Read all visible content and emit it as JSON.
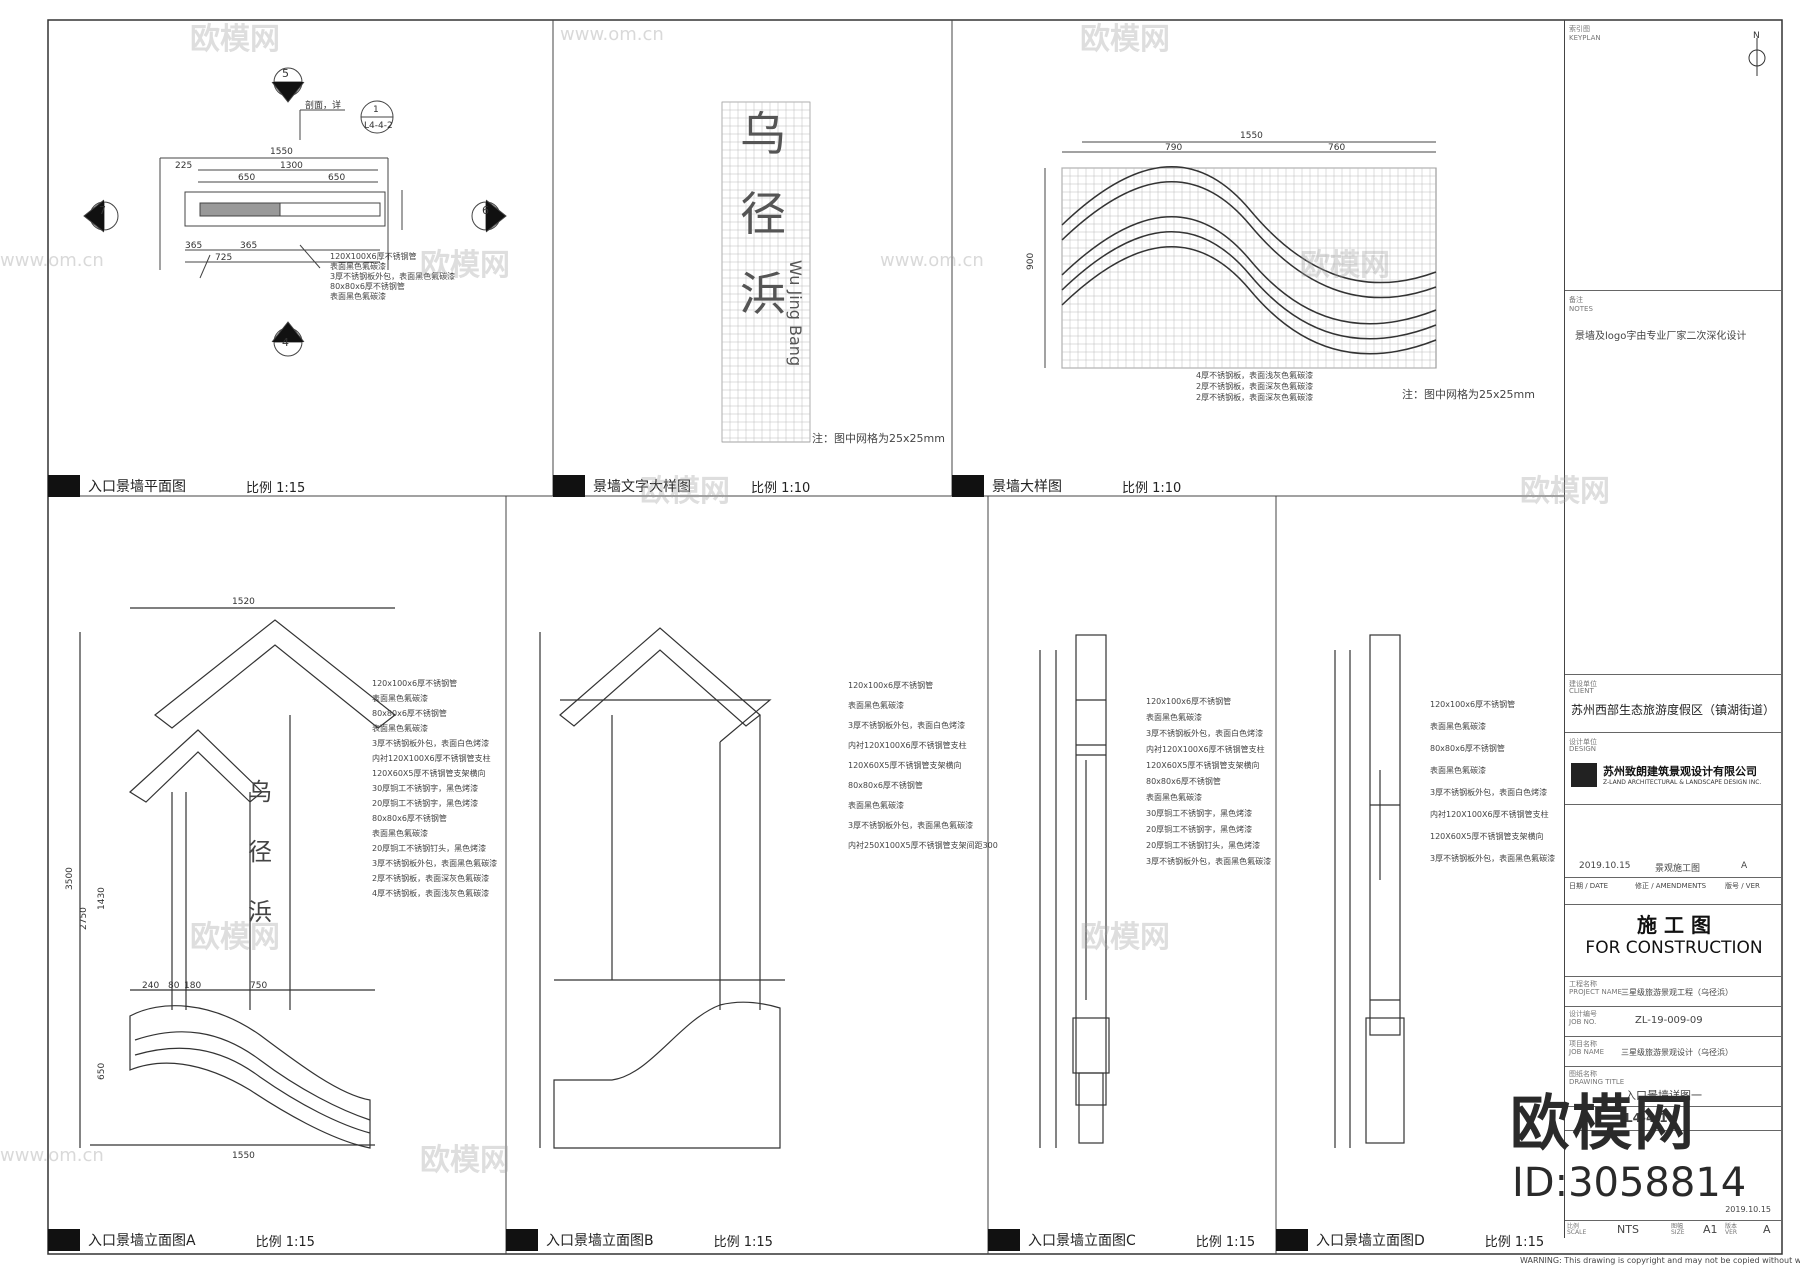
{
  "watermark": {
    "brand": "欧模网",
    "url": "www.om.cn",
    "id": "ID:3058814"
  },
  "panels": {
    "plan": {
      "title": "入口景墙平面图",
      "scale": "比例 1:15"
    },
    "text_detail": {
      "title": "景墙文字大样图",
      "scale": "比例 1:10"
    },
    "wave_detail": {
      "title": "景墙大样图",
      "scale": "比例 1:10"
    },
    "elev_a": {
      "title": "入口景墙立面图A",
      "scale": "比例 1:15"
    },
    "elev_b": {
      "title": "入口景墙立面图B",
      "scale": "比例 1:15"
    },
    "elev_c": {
      "title": "入口景墙立面图C",
      "scale": "比例 1:15"
    },
    "elev_d": {
      "title": "入口景墙立面图D",
      "scale": "比例 1:15"
    }
  },
  "plan_dims": {
    "overall": "1550",
    "inner": "1300",
    "left": "225",
    "seg1": "650",
    "seg2": "650",
    "bot1": "365",
    "bot2": "365",
    "bot3": "725",
    "section_ref": "剖面，详",
    "ref_a": "1",
    "ref_b": "L4-4-2"
  },
  "plan_notes": [
    "120X100X6厚不锈钢管",
    "表面黑色氟碳漆",
    "3厚不锈钢板外包，表面黑色氟碳漆",
    "80x80x6厚不锈钢管",
    "表面黑色氟碳漆"
  ],
  "plan_markers": [
    "5",
    "6",
    "4",
    "7"
  ],
  "grid_note": "注：图中网格为25x25mm",
  "wave_dims": {
    "overall": "1550",
    "left": "790",
    "right": "760",
    "height": "900"
  },
  "wave_notes": [
    "4厚不锈钢板，表面浅灰色氟碳漆",
    "2厚不锈钢板，表面深灰色氟碳漆",
    "2厚不锈钢板，表面深灰色氟碳漆"
  ],
  "elev_a_dims": {
    "top": "1520",
    "h_total": "3500",
    "h1": "2750",
    "h2": "1430",
    "h3": "650",
    "bottom": "1550",
    "b1": "240",
    "b2": "80",
    "b3": "180",
    "b4": "750"
  },
  "elev_a_notes": [
    "120x100x6厚不锈钢管",
    "表面黑色氟碳漆",
    "80x80x6厚不锈钢管",
    "表面黑色氟碳漆",
    "3厚不锈钢板外包，表面白色烤漆",
    "内衬120X100X6厚不锈钢管支柱",
    "120X60X5厚不锈钢管支架横向",
    "30厚铜工不锈钢字，黑色烤漆",
    "20厚铜工不锈钢字，黑色烤漆",
    "80x80x6厚不锈钢管",
    "表面黑色氟碳漆",
    "20厚铜工不锈钢钉头，黑色烤漆",
    "3厚不锈钢板外包，表面黑色氟碳漆",
    "2厚不锈钢板，表面深灰色氟碳漆",
    "4厚不锈钢板，表面浅灰色氟碳漆"
  ],
  "elev_b_notes": [
    "120x100x6厚不锈钢管",
    "表面黑色氟碳漆",
    "3厚不锈钢板外包，表面白色烤漆",
    "内衬120X100X6厚不锈钢管支柱",
    "120X60X5厚不锈钢管支架横向",
    "80x80x6厚不锈钢管",
    "表面黑色氟碳漆",
    "3厚不锈钢板外包，表面黑色氟碳漆",
    "内衬250X100X5厚不锈钢管支架间距300"
  ],
  "elev_c_notes": [
    "120x100x6厚不锈钢管",
    "表面黑色氟碳漆",
    "3厚不锈钢板外包，表面白色烤漆",
    "内衬120X100X6厚不锈钢管支柱",
    "120X60X5厚不锈钢管支架横向",
    "80x80x6厚不锈钢管",
    "表面黑色氟碳漆",
    "30厚铜工不锈钢字，黑色烤漆",
    "20厚铜工不锈钢字，黑色烤漆",
    "20厚铜工不锈钢钉头，黑色烤漆",
    "3厚不锈钢板外包，表面黑色氟碳漆"
  ],
  "elev_d_notes": [
    "120x100x6厚不锈钢管",
    "表面黑色氟碳漆",
    "80x80x6厚不锈钢管",
    "表面黑色氟碳漆",
    "3厚不锈钢板外包，表面白色烤漆",
    "内衬120X100X6厚不锈钢管支柱",
    "120X60X5厚不锈钢管支架横向",
    "3厚不锈钢板外包，表面黑色氟碳漆"
  ],
  "title_block": {
    "keyplan": "索引图",
    "keyplan_en": "KEYPLAN",
    "notes_label": "备注",
    "notes_en": "NOTES",
    "notes_text": "景墙及logo字由专业厂家二次深化设计",
    "client_label": "建设单位",
    "client_en": "CLIENT",
    "client": "苏州西部生态旅游度假区（镇湖街道）",
    "design_label": "设计单位",
    "design_en": "DESIGN",
    "company": "苏州致朗建筑景观设计有限公司",
    "company_en": "Z-LAND ARCHITECTURAL & LANDSCAPE DESIGN INC.",
    "rev_date": "2019.10.15",
    "rev_desc": "景观施工图",
    "rev_ver": "A",
    "rev_head_date": "日期 / DATE",
    "rev_head_amend": "修正 / AMENDMENTS",
    "rev_head_ver": "版号 / VER",
    "stage": "施 工 图",
    "stage_en": "FOR CONSTRUCTION",
    "project_label": "工程名称",
    "project_en": "PROJECT NAME",
    "project": "三星级旅游景观工程（乌径浜）",
    "job_label": "设计编号",
    "job_en": "JOB NO.",
    "job_no": "ZL-19-009-09",
    "item_label": "项目名称",
    "item_en": "JOB NAME",
    "item": "三星级旅游景观设计（乌径浜）",
    "drawing_label": "图纸名称",
    "drawing_en": "DRAWING TITLE",
    "drawing_title": "入口景墙详图一",
    "sheet_no": "L4-4-1",
    "date": "2019.10.15",
    "scale": "NTS",
    "size": "A1",
    "ver": "A",
    "scale_label": "比例",
    "scale_en": "SCALE",
    "size_label": "图幅",
    "size_en": "SIZE",
    "ver_label": "版本",
    "ver_en": "VER"
  },
  "footer": "WARNING: This drawing is copyright and may not be copied without written permission"
}
